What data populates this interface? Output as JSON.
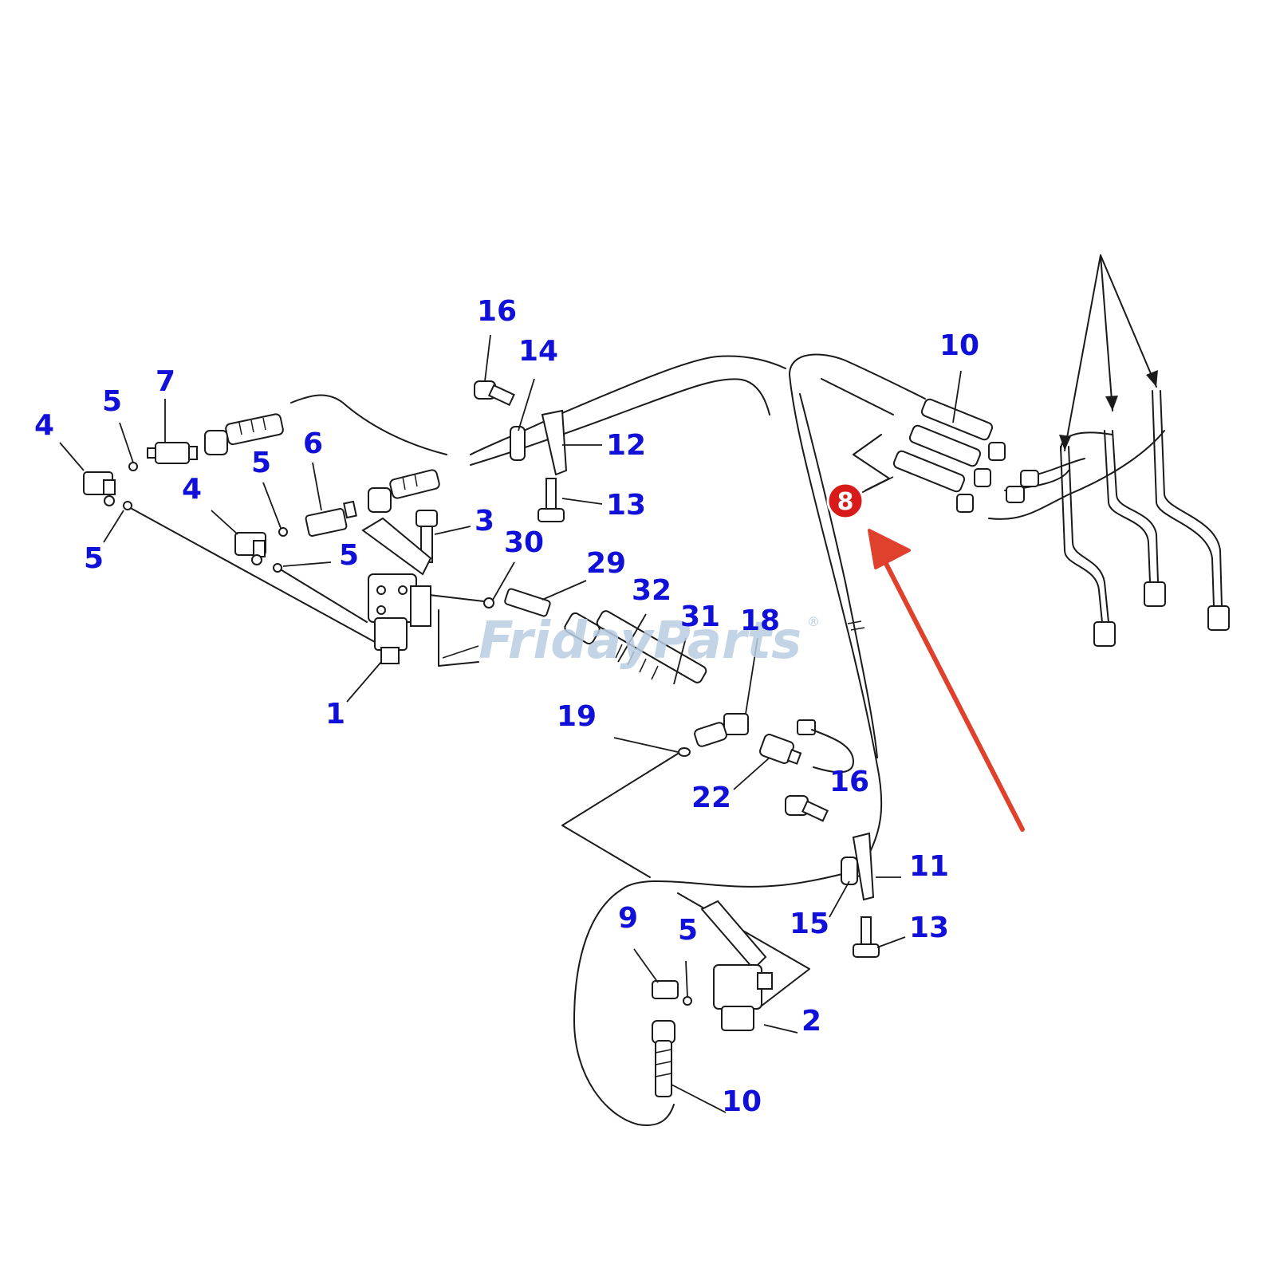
{
  "watermark": {
    "text": "FridayParts",
    "registered_mark": "®",
    "color": "#b9cde2"
  },
  "highlight": {
    "label": "8",
    "badge_color": "#d91a1a",
    "arrow_color": "#e0412c"
  },
  "callout_color": "#1010d8",
  "callouts": [
    {
      "id": "c-16-top",
      "text": "16"
    },
    {
      "id": "c-14",
      "text": "14"
    },
    {
      "id": "c-12",
      "text": "12"
    },
    {
      "id": "c-13-top",
      "text": "13"
    },
    {
      "id": "c-7",
      "text": "7"
    },
    {
      "id": "c-5-a",
      "text": "5"
    },
    {
      "id": "c-4-a",
      "text": "4"
    },
    {
      "id": "c-5-b",
      "text": "5"
    },
    {
      "id": "c-6",
      "text": "6"
    },
    {
      "id": "c-5-c",
      "text": "5"
    },
    {
      "id": "c-4-b",
      "text": "4"
    },
    {
      "id": "c-5-d",
      "text": "5"
    },
    {
      "id": "c-3",
      "text": "3"
    },
    {
      "id": "c-30",
      "text": "30"
    },
    {
      "id": "c-29",
      "text": "29"
    },
    {
      "id": "c-32",
      "text": "32"
    },
    {
      "id": "c-31",
      "text": "31"
    },
    {
      "id": "c-18",
      "text": "18"
    },
    {
      "id": "c-1",
      "text": "1"
    },
    {
      "id": "c-19",
      "text": "19"
    },
    {
      "id": "c-22",
      "text": "22"
    },
    {
      "id": "c-16-mid",
      "text": "16"
    },
    {
      "id": "c-11",
      "text": "11"
    },
    {
      "id": "c-15",
      "text": "15"
    },
    {
      "id": "c-13-bot",
      "text": "13"
    },
    {
      "id": "c-9",
      "text": "9"
    },
    {
      "id": "c-5-e",
      "text": "5"
    },
    {
      "id": "c-2",
      "text": "2"
    },
    {
      "id": "c-10-bot",
      "text": "10"
    },
    {
      "id": "c-10-top",
      "text": "10"
    }
  ]
}
